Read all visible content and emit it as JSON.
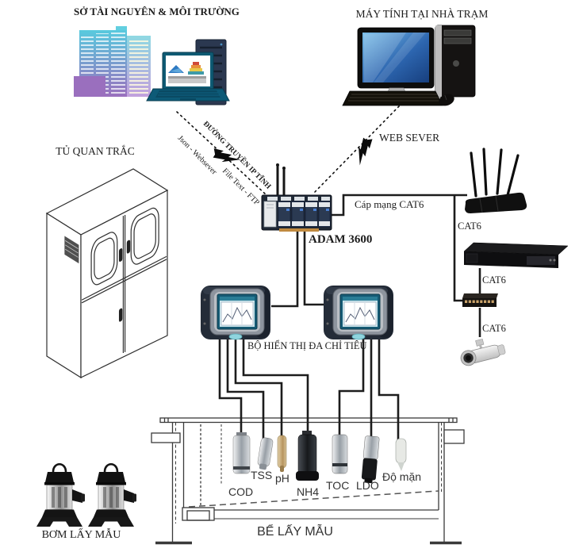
{
  "titles": {
    "dept": "SỞ TÀI NGUYÊN & MÔI TRƯỜNG",
    "station_pc": "MÁY TÍNH TẠI NHÀ TRẠM",
    "cabinet": "TỦ QUAN TRẮC",
    "web_server": "WEB SEVER"
  },
  "links": {
    "json_webserver": "Json - Websever",
    "ip_line": "ĐƯỜNG TRUYỀN IP TĨNH",
    "file_ftp": "File Text - FTP",
    "lan_cable": "Cáp mạng CAT6",
    "cat6_router_switch": "CAT6",
    "cat6_dvr_switch": "CAT6",
    "cat6_switch_camera": "CAT6"
  },
  "devices": {
    "adam": "ADAM 3600",
    "display_unit": "BỘ HIỂN THỊ ĐA CHỈ TIÊU"
  },
  "sensors": [
    {
      "label": "COD"
    },
    {
      "label": "TSS"
    },
    {
      "label": "pH"
    },
    {
      "label": "NH4"
    },
    {
      "label": "TOC"
    },
    {
      "label": "LDO"
    },
    {
      "label": "Độ mặn"
    }
  ],
  "tank": {
    "label": "BỂ LẤY MẪU"
  },
  "pump": {
    "label": "BƠM LẤY MẪU"
  },
  "colors": {
    "wire": "#1c1c1c",
    "building_top": "#5fd0e0",
    "building_bottom": "#9a6fbe",
    "laptop_teal": "#0d5a77",
    "screen_blue": "#1b4f9c",
    "display_screen": "#cfe8ee",
    "copper": "#c08a40"
  }
}
